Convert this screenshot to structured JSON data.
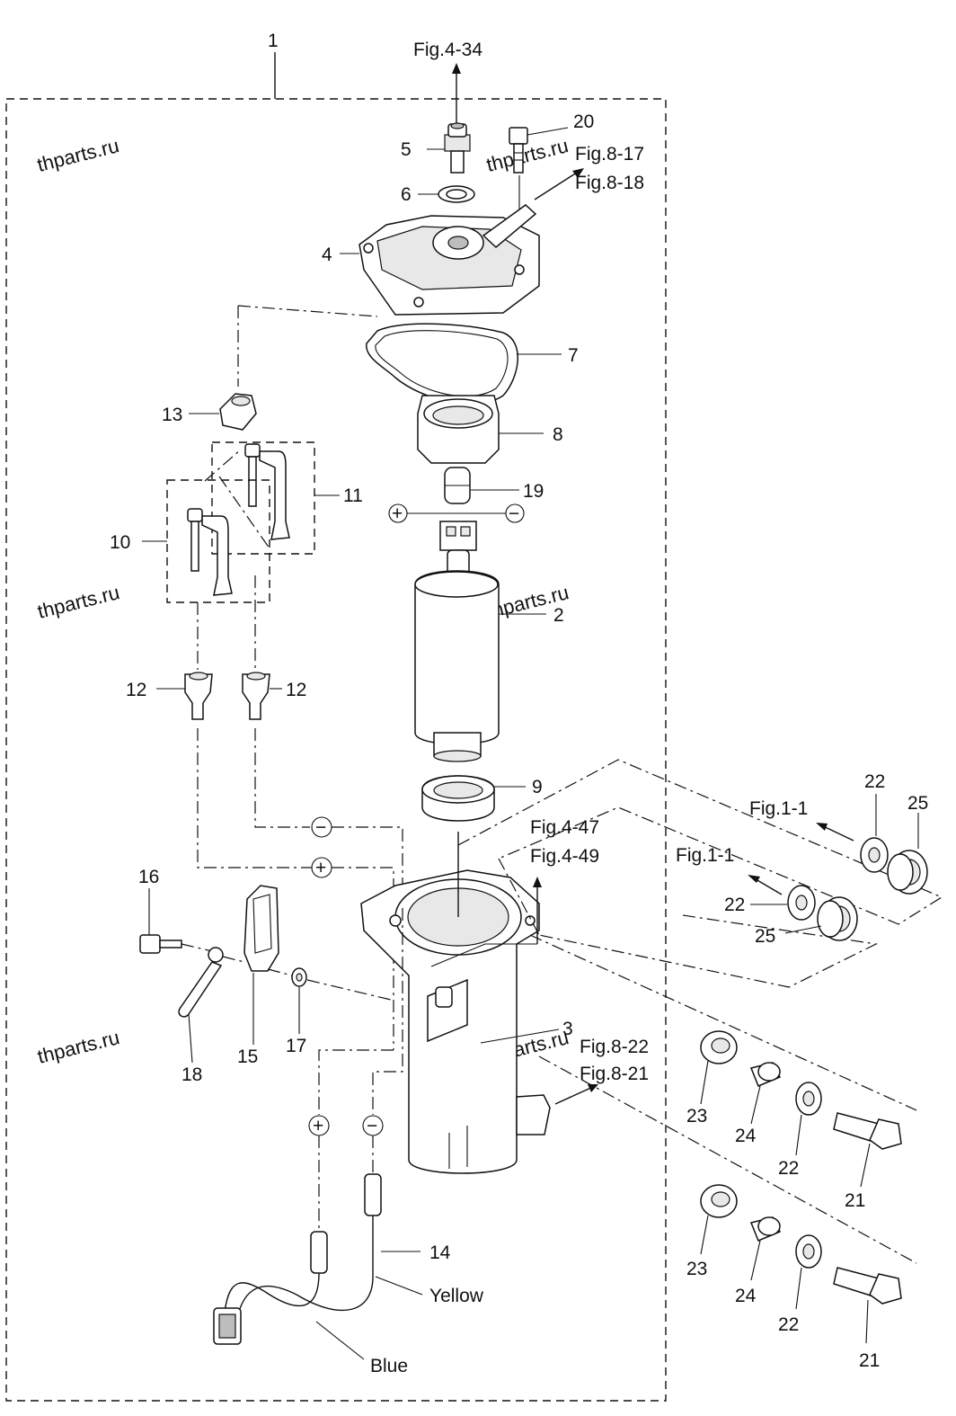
{
  "diagram": {
    "callouts": {
      "c1": "1",
      "c2": "2",
      "c3": "3",
      "c4": "4",
      "c5": "5",
      "c6": "6",
      "c7": "7",
      "c8": "8",
      "c9": "9",
      "c10": "10",
      "c11": "11",
      "c12a": "12",
      "c12b": "12",
      "c13": "13",
      "c14": "14",
      "c15": "15",
      "c16": "16",
      "c17": "17",
      "c18": "18",
      "c19": "19",
      "c20": "20",
      "c21a": "21",
      "c21b": "21",
      "c22a": "22",
      "c22b": "22",
      "c22c": "22",
      "c22d": "22",
      "c23a": "23",
      "c23b": "23",
      "c24a": "24",
      "c24b": "24",
      "c25a": "25",
      "c25b": "25"
    },
    "references": {
      "fig_4_34": "Fig.4-34",
      "fig_8_17": "Fig.8-17",
      "fig_8_18": "Fig.8-18",
      "fig_4_47": "Fig.4-47",
      "fig_4_49": "Fig.4-49",
      "fig_8_22": "Fig.8-22",
      "fig_8_21": "Fig.8-21",
      "fig_1_1_a": "Fig.1-1",
      "fig_1_1_b": "Fig.1-1"
    },
    "wires": {
      "yellow": "Yellow",
      "blue": "Blue"
    },
    "polarity": {
      "plus": "+",
      "minus": "−"
    },
    "watermarks": [
      "thparts.ru",
      "thparts.ru",
      "thparts.ru",
      "thparts.ru",
      "thparts.ru",
      "thparts.ru"
    ]
  }
}
